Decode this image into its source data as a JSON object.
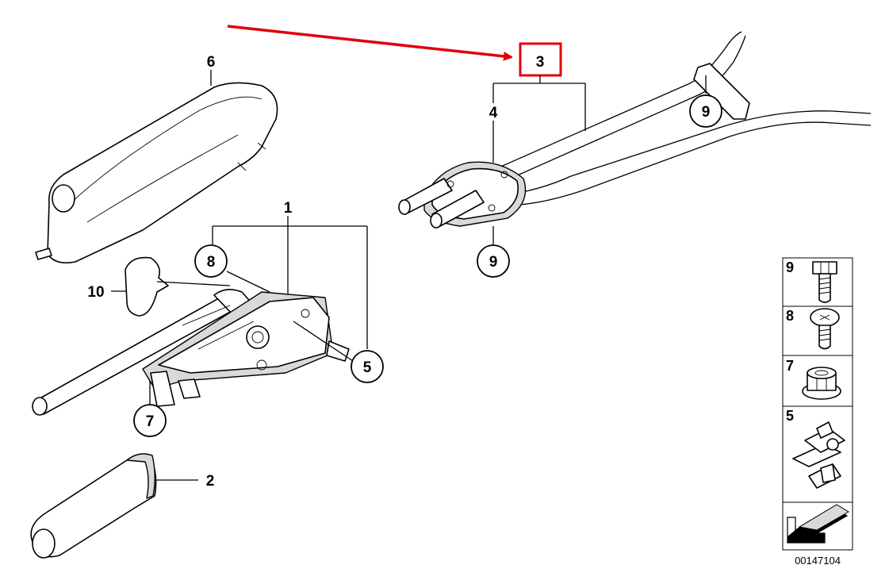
{
  "diagram": {
    "callouts": {
      "c1": "1",
      "c2": "2",
      "c3": "3",
      "c4": "4",
      "c5": "5",
      "c6": "6",
      "c7": "7",
      "c8": "8",
      "c9a": "9",
      "c9b": "9",
      "c10": "10"
    },
    "legend": [
      {
        "number": "9",
        "icon": "hex-bolt-icon"
      },
      {
        "number": "8",
        "icon": "pan-head-screw-icon"
      },
      {
        "number": "7",
        "icon": "flange-nut-icon"
      },
      {
        "number": "5",
        "icon": "spring-clip-nut-icon"
      },
      {
        "number": "",
        "icon": "direction-arrow-icon"
      }
    ],
    "diagram_code": "00147104",
    "highlight": {
      "color": "#e0000a",
      "target": "3"
    }
  }
}
